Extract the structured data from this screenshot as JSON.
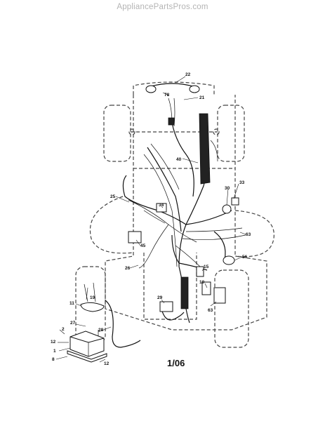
{
  "watermark": "AppliancePartsPros.com",
  "page_code": "1/06",
  "callouts": [
    "22",
    "78",
    "21",
    "40",
    "33",
    "30",
    "25",
    "34",
    "45",
    "56",
    "26",
    "19",
    "11",
    "29",
    "15",
    "27",
    "2",
    "28",
    "12",
    "1",
    "8",
    "12",
    "63",
    "10",
    "63"
  ]
}
